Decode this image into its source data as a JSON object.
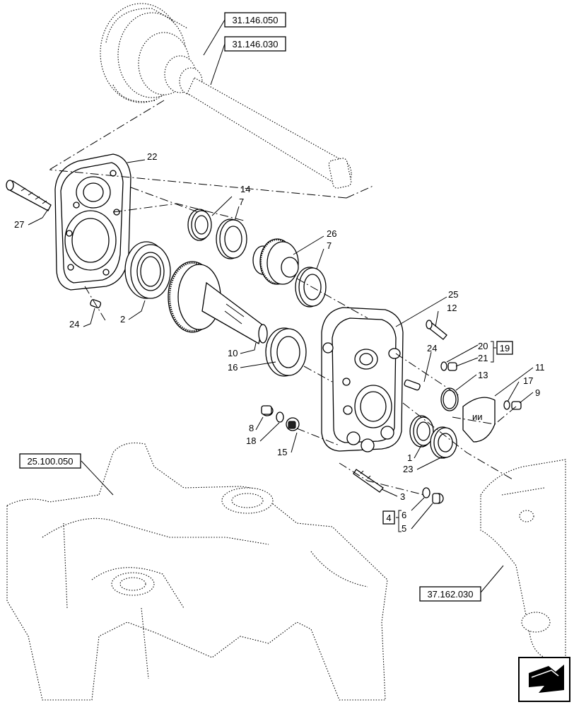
{
  "references": [
    {
      "id": "ref-31146050",
      "text": "31.146.050"
    },
    {
      "id": "ref-31146030",
      "text": "31.146.030"
    },
    {
      "id": "ref-25100050",
      "text": "25.100.050"
    },
    {
      "id": "ref-37162030",
      "text": "37.162.030"
    }
  ],
  "labels": {
    "p22": "22",
    "p27": "27",
    "p14": "14",
    "p7a": "7",
    "p26": "26",
    "p7b": "7",
    "p2": "2",
    "p24a": "24",
    "p25": "25",
    "p12": "12",
    "p10": "10",
    "p16": "16",
    "p20": "20",
    "p19": "19",
    "p21": "21",
    "p24b": "24",
    "p13": "13",
    "p11": "11",
    "p17": "17",
    "p9": "9",
    "p8": "8",
    "p18": "18",
    "p15": "15",
    "p1": "1",
    "p23": "23",
    "p3": "3",
    "p4": "4",
    "p6": "6",
    "p5": "5"
  },
  "icons": {
    "nav": "next-page-arrow-icon"
  }
}
